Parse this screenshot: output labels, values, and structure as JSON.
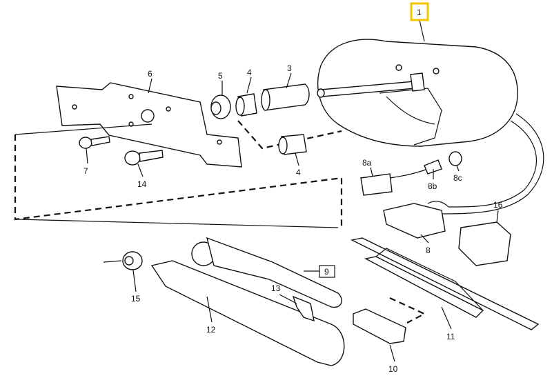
{
  "diagram": {
    "highlight_color": "#f5c400",
    "callouts": {
      "c1": "1",
      "c3": "3",
      "c4a": "4",
      "c4b": "4",
      "c5": "5",
      "c6": "6",
      "c7": "7",
      "c8": "8",
      "c8a": "8a",
      "c8b": "8b",
      "c8c": "8c",
      "c9": "9",
      "c10": "10",
      "c11": "11",
      "c12": "12",
      "c13": "13",
      "c14": "14",
      "c15": "15",
      "c16": "16"
    }
  }
}
